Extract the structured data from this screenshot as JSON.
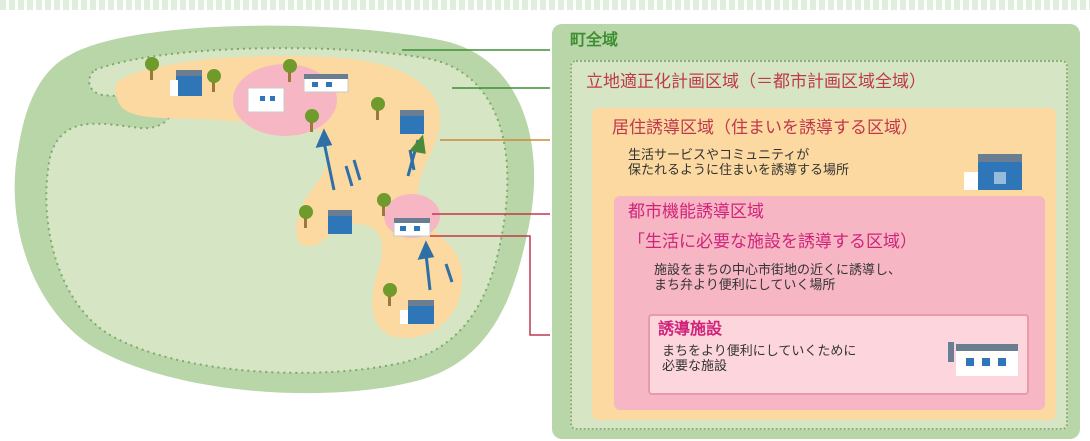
{
  "zones": {
    "town": {
      "label": "町全域"
    },
    "location_plan": {
      "label": "立地適正化計画区域",
      "note": "（＝都市計画区域全域）"
    },
    "residential": {
      "label": "居住誘導区域",
      "note": "（住まいを誘導する区域）",
      "description": [
        "生活サービスやコミュニティが",
        "保たれるように住まいを誘導する場所"
      ]
    },
    "urban_function": {
      "label": "都市機能誘導区域",
      "subtitle": "「生活に必要な施設を誘導する区域）",
      "description": [
        "施設をまちの中心市街地の近くに誘導し、",
        "まち弁より便利にしていく場所"
      ]
    },
    "facility": {
      "label": "誘導施設",
      "description": [
        "まちをより便利にしていくために",
        "必要な施設"
      ]
    }
  },
  "colors": {
    "town_green": "#b9d6a8",
    "plan_green": "#d6e5c3",
    "residential_orange": "#fbd9a0",
    "urban_pink": "#f6b6c4",
    "facility_pink": "#fcd6dc",
    "label_green": "#3e8f34",
    "label_red": "#c0384e",
    "label_magenta": "#d1237a"
  },
  "icons": [
    "tree-icon",
    "house-icon",
    "facility-building-icon",
    "people-arrow-icon"
  ]
}
